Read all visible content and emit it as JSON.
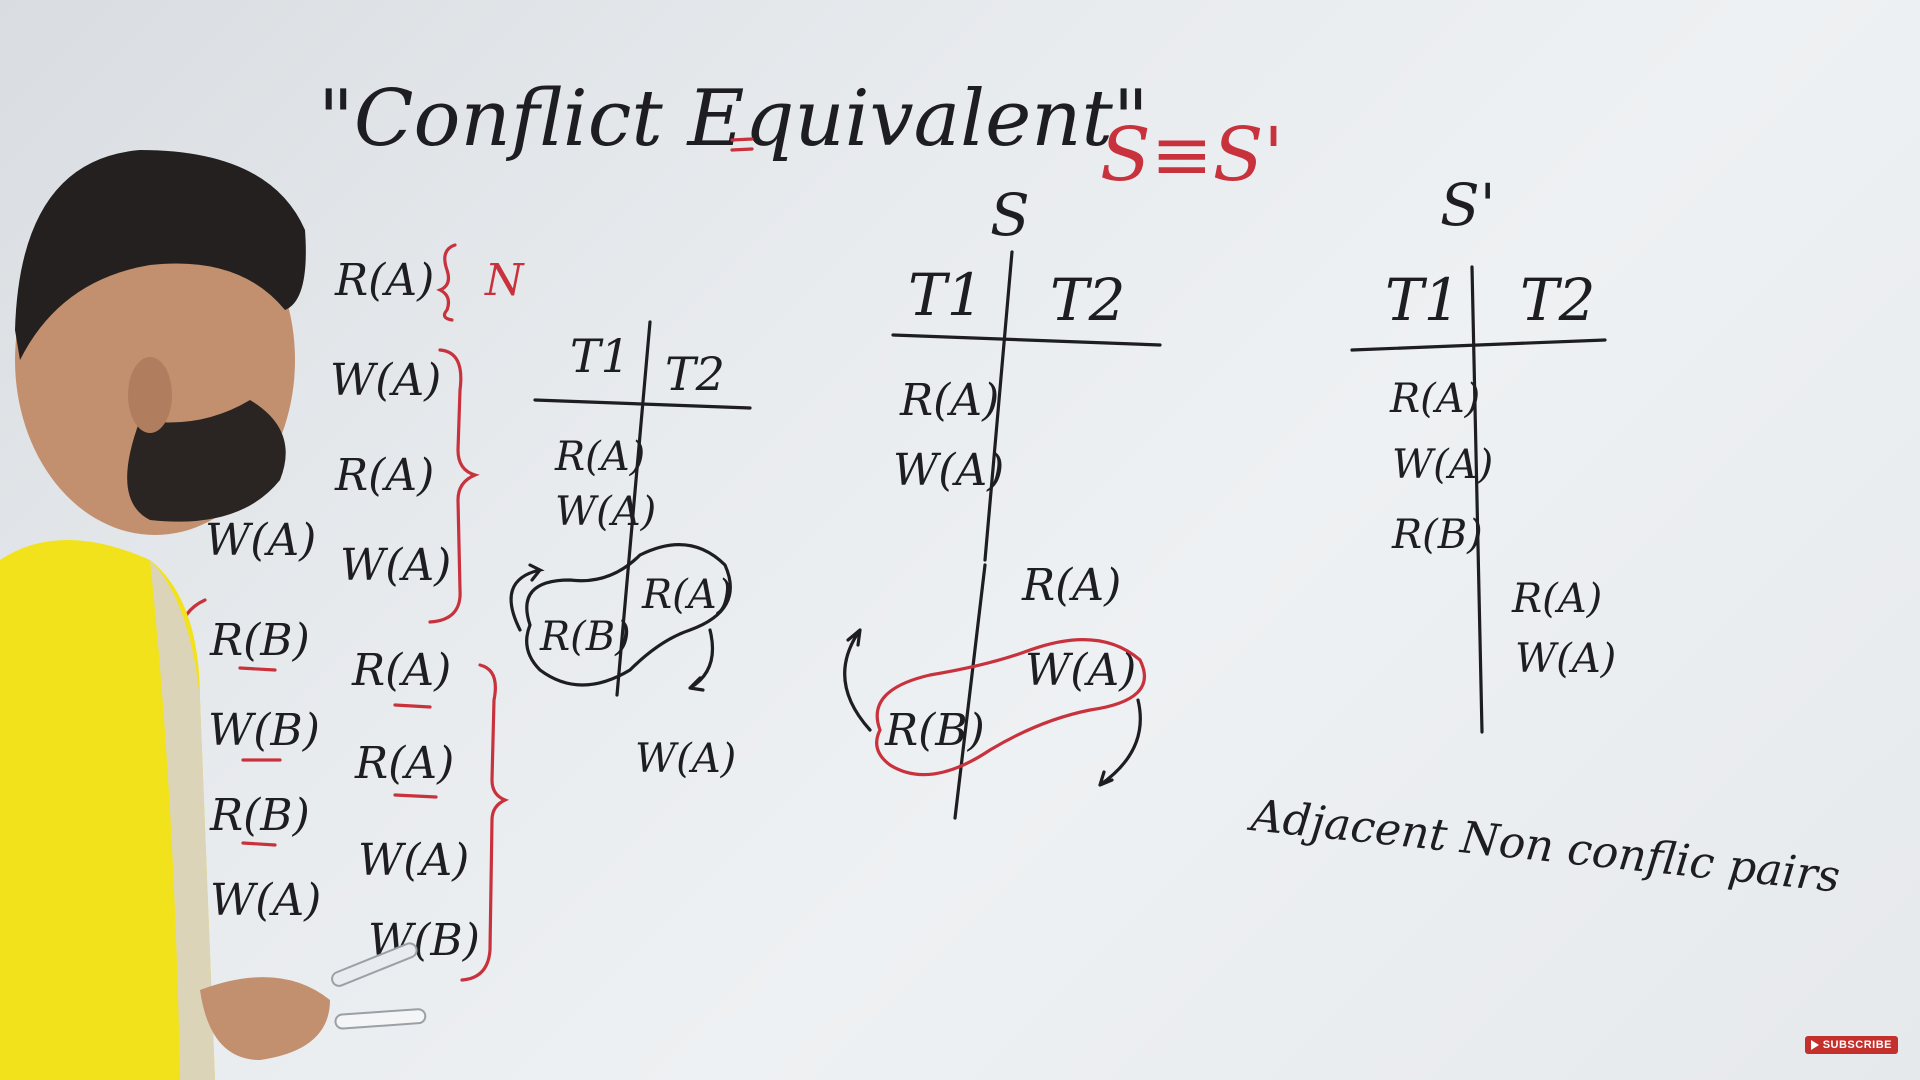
{
  "title": "\"Conflict Equivalent\"",
  "equivalence": "S≡S'",
  "left_list": {
    "first": "R(A)",
    "brace_label": "N",
    "col_b": [
      "W(A)",
      "R(A)",
      "W(A)",
      "R(A)",
      "R(A)",
      "W(A)",
      "W(B)"
    ],
    "col_a": [
      "W(A)",
      "R(B)",
      "W(B)",
      "R(B)",
      "W(A)"
    ]
  },
  "sketch_table": {
    "t1": "T1",
    "t2": "T2",
    "rows_t1": [
      "R(A)",
      "W(A)"
    ],
    "swap_left": "R(B)",
    "swap_right": "R(A)",
    "below": "W(A)"
  },
  "schedule_s": {
    "name": "S",
    "t1": "T1",
    "t2": "T2",
    "t1_ops": [
      "R(A)",
      "W(A)"
    ],
    "t2_ops": [
      "R(A)",
      "W(A)"
    ],
    "swap_op": "R(B)"
  },
  "schedule_s_prime": {
    "name": "S'",
    "t1": "T1",
    "t2": "T2",
    "t1_ops": [
      "R(A)",
      "W(A)",
      "R(B)"
    ],
    "t2_ops": [
      "R(A)",
      "W(A)"
    ]
  },
  "note": "Adjacent Non conflic pairs",
  "subscribe_label": "SUBSCRIBE",
  "colors": {
    "ink": "#1d1d22",
    "red_marker": "#c8323d",
    "board": "#e8ebee",
    "shirt": "#f2e21c"
  }
}
